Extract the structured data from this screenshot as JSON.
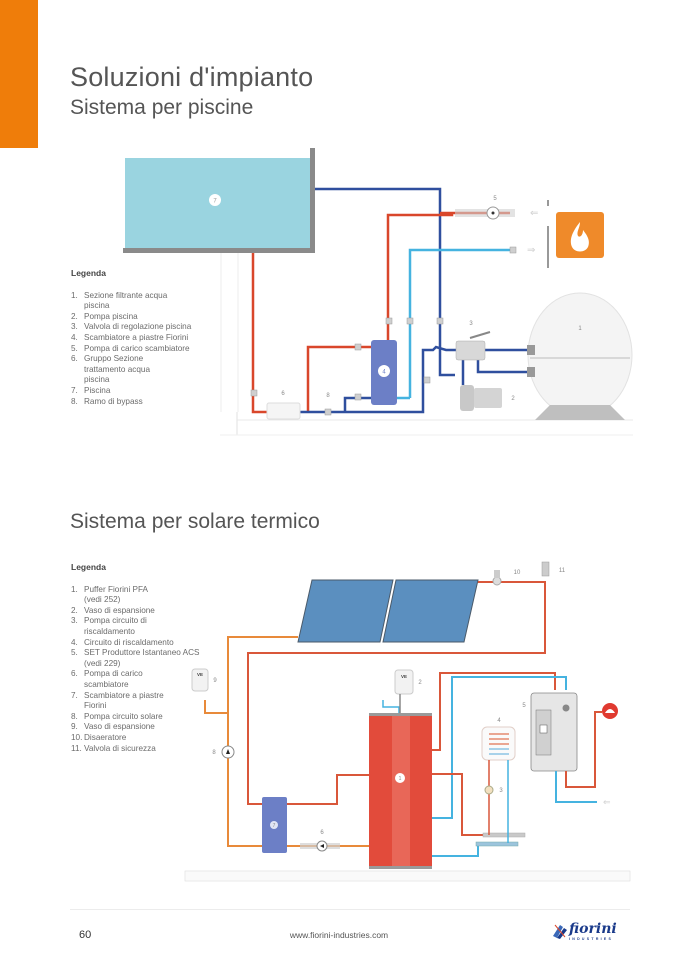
{
  "header": {
    "title": "Soluzioni d'impianto",
    "subtitle": "Sistema per piscine"
  },
  "section1": {
    "legend_title": "Legenda",
    "legend": [
      {
        "num": "1.",
        "text": "Sezione filtrante acqua piscina"
      },
      {
        "num": "2.",
        "text": "Pompa piscina"
      },
      {
        "num": "3.",
        "text": "Valvola di regolazione piscina"
      },
      {
        "num": "4.",
        "text": "Scambiatore a piastre Fiorini"
      },
      {
        "num": "5.",
        "text": "Pompa di carico scambiatore"
      },
      {
        "num": "6.",
        "text": "Gruppo Sezione trattamento acqua piscina"
      },
      {
        "num": "7.",
        "text": "Piscina"
      },
      {
        "num": "8.",
        "text": "Ramo di bypass"
      }
    ],
    "callouts": {
      "c1": "1",
      "c2": "2",
      "c3": "3",
      "c4": "4",
      "c5": "5",
      "c6": "6",
      "c7": "7",
      "c8": "8"
    }
  },
  "section2": {
    "title": "Sistema per solare termico",
    "legend_title": "Legenda",
    "legend": [
      {
        "num": "1.",
        "text": "Puffer Fiorini PFA (vedi 252)"
      },
      {
        "num": "2.",
        "text": "Vaso di espansione"
      },
      {
        "num": "3.",
        "text": "Pompa circuito di riscaldamento"
      },
      {
        "num": "4.",
        "text": "Circuito di riscaldamento"
      },
      {
        "num": "5.",
        "text": "SET Produttore Istantaneo ACS (vedi 229)"
      },
      {
        "num": "6.",
        "text": "Pompa di carico scambiatore"
      },
      {
        "num": "7.",
        "text": "Scambiatore a piastre Fiorini"
      },
      {
        "num": "8.",
        "text": "Pompa circuito solare"
      },
      {
        "num": "9.",
        "text": "Vaso di espansione"
      },
      {
        "num": "10.",
        "text": "Disaeratore"
      },
      {
        "num": "11.",
        "text": "Valvola di sicurezza"
      }
    ],
    "callouts": {
      "c1": "1",
      "c2": "2",
      "c3": "3",
      "c4": "4",
      "c5": "5",
      "c6": "6",
      "c7": "7",
      "c8": "8",
      "c9": "9",
      "c10": "10",
      "c11": "11"
    },
    "vessel_label": "VE"
  },
  "footer": {
    "page_number": "60",
    "website": "www.fiorini-industries.com",
    "brand": "fiorini",
    "brand_sub": "INDUSTRIES"
  },
  "colors": {
    "accent": "#ef7d0a",
    "hot_pipe": "#d9472b",
    "cold_pipe": "#2f4f9e",
    "light_pipe": "#45b3e0",
    "solar_pipe": "#e88a3a",
    "pool_water": "#9ad4e0",
    "puffer": "#e24b3b",
    "exchanger": "#6c7fc6",
    "logo_blue": "#1a3a8a"
  }
}
